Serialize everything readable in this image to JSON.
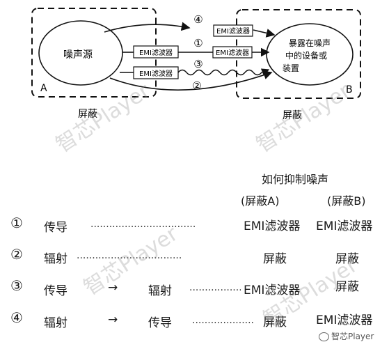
{
  "diagram": {
    "region_a_label": "A",
    "region_b_label": "B",
    "source_label": "噪声源",
    "device_label_lines": [
      "暴露在噪声",
      "中的设备或",
      "装置"
    ],
    "filter_label": "EMI滤波器",
    "shield_label_a": "屏蔽",
    "shield_label_b": "屏蔽",
    "path_numbers": [
      "④",
      "①",
      "③",
      "②"
    ]
  },
  "table": {
    "title": "如何抑制噪声",
    "col_a": "(屏蔽A)",
    "col_b": "(屏蔽B)",
    "dots": "..................................",
    "arrow": "→",
    "rows": [
      {
        "num": "①",
        "path1": "传导",
        "path2": "",
        "a": "EMI滤波器",
        "b": "EMI滤波器"
      },
      {
        "num": "②",
        "path1": "辐射",
        "path2": "",
        "a": "屏蔽",
        "b": "屏蔽"
      },
      {
        "num": "③",
        "path1": "传导",
        "path2": "辐射",
        "a": "EMI滤波器",
        "b": "屏蔽"
      },
      {
        "num": "④",
        "path1": "辐射",
        "path2": "传导",
        "a": "屏蔽",
        "b": "EMI滤波器"
      }
    ]
  },
  "watermark": "智芯Player",
  "logo_text": "智芯Player"
}
